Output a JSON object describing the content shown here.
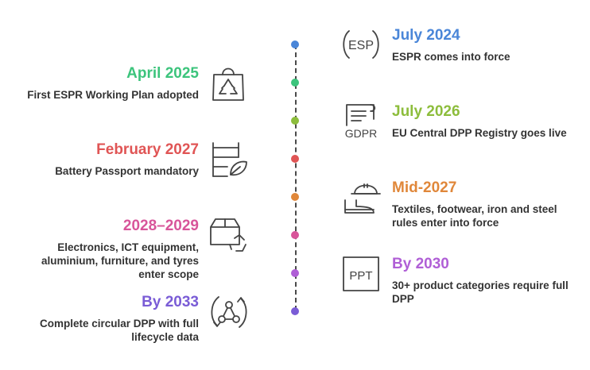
{
  "milestones": [
    {
      "date": "July 2024",
      "text": "ESPR comes into force",
      "color": "#4a86d8",
      "side": "right",
      "icon": "esp-icon",
      "icon_text": "ESP"
    },
    {
      "date": "April 2025",
      "text": "First ESPR Working Plan adopted",
      "color": "#3cc47c",
      "side": "left",
      "icon": "recycling-bag-icon"
    },
    {
      "date": "July 2026",
      "text": "EU Central DPP Registry goes live",
      "color": "#8dbd3c",
      "side": "right",
      "icon": "gdpr-document-icon",
      "icon_text": "GDPR"
    },
    {
      "date": "February 2027",
      "text": "Battery Passport mandatory",
      "color": "#e05555",
      "side": "left",
      "icon": "eco-shelf-icon"
    },
    {
      "date": "Mid-2027",
      "text": "Textiles, footwear, iron and steel rules enter into force",
      "color": "#e0873a",
      "side": "right",
      "icon": "helmet-boot-icon"
    },
    {
      "date": "2028–2029",
      "text": "Electronics, ICT equipment, aluminium, furniture, and tyres enter scope",
      "color": "#d8559a",
      "side": "left",
      "icon": "box-recycle-icon"
    },
    {
      "date": "By 2030",
      "text": "30+ product categories require full DPP",
      "color": "#b05fd6",
      "side": "right",
      "icon": "ppt-icon",
      "icon_text": "PPT"
    },
    {
      "date": "By 2033",
      "text": "Complete circular DPP with full lifecycle data",
      "color": "#7a5cd6",
      "side": "left",
      "icon": "circular-network-icon"
    }
  ]
}
